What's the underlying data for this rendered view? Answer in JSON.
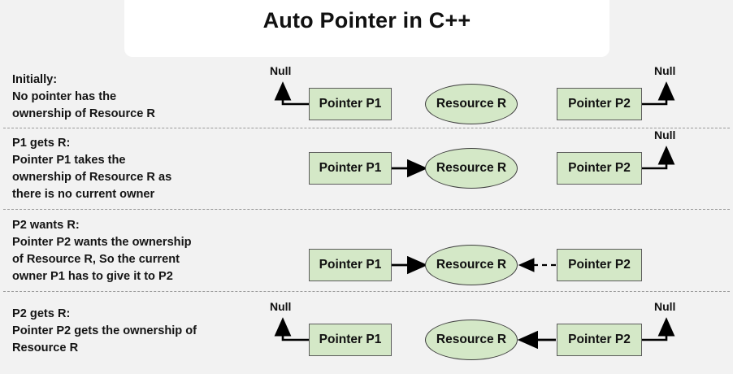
{
  "title": "Auto Pointer in C++",
  "labels": {
    "pointer_p1": "Pointer P1",
    "pointer_p2": "Pointer P2",
    "resource_r": "Resource R",
    "null": "Null"
  },
  "colors": {
    "page_background": "#f2f2f2",
    "title_card": "#ffffff",
    "node_fill": "#d4e8c7",
    "node_border": "#5c5c5c",
    "arrow": "#000000",
    "separator": "#9a9a9a",
    "text": "#111111"
  },
  "rows": [
    {
      "id": "initially",
      "heading": "Initially:",
      "body": "No pointer has the\nownership of Resource R",
      "caption": "Initially:\nNo pointer has the\nownership of Resource R",
      "p1_label": "Pointer P1",
      "p2_label": "Pointer P2",
      "resource_label": "Resource R",
      "p1_null_label": "Null",
      "p2_null_label": "Null",
      "p1_points_to": "null",
      "p2_points_to": "null",
      "arrow_p1_to_resource": "none",
      "arrow_p2_to_resource": "none"
    },
    {
      "id": "p1-gets-r",
      "heading": "P1 gets R:",
      "body": "Pointer P1 takes the\nownership of Resource R as\nthere is no current owner",
      "caption": "P1 gets R:\nPointer P1 takes the\nownership of Resource R as\nthere is no current owner",
      "p1_label": "Pointer P1",
      "p2_label": "Pointer P2",
      "resource_label": "Resource R",
      "p1_null_label": "",
      "p2_null_label": "Null",
      "p1_points_to": "resource",
      "p2_points_to": "null",
      "arrow_p1_to_resource": "solid",
      "arrow_p2_to_resource": "none"
    },
    {
      "id": "p2-wants-r",
      "heading": "P2 wants R:",
      "body": "Pointer P2 wants the ownership\nof Resource R, So the current\nowner P1 has to give it to P2",
      "caption": "P2 wants R:\nPointer P2 wants the ownership\nof Resource R, So the current\nowner P1 has to give it to P2",
      "p1_label": "Pointer P1",
      "p2_label": "Pointer P2",
      "resource_label": "Resource R",
      "p1_null_label": "",
      "p2_null_label": "",
      "p1_points_to": "resource",
      "p2_points_to": "resource",
      "arrow_p1_to_resource": "solid",
      "arrow_p2_to_resource": "dashed"
    },
    {
      "id": "p2-gets-r",
      "heading": "P2 gets R:",
      "body": "Pointer P2 gets the ownership of\nResource R",
      "caption": "P2 gets R:\nPointer P2 gets the ownership of\nResource R",
      "p1_label": "Pointer P1",
      "p2_label": "Pointer P2",
      "resource_label": "Resource R",
      "p1_null_label": "Null",
      "p2_null_label": "Null",
      "p1_points_to": "null",
      "p2_points_to": "resource",
      "arrow_p1_to_resource": "none",
      "arrow_p2_to_resource": "solid"
    }
  ]
}
